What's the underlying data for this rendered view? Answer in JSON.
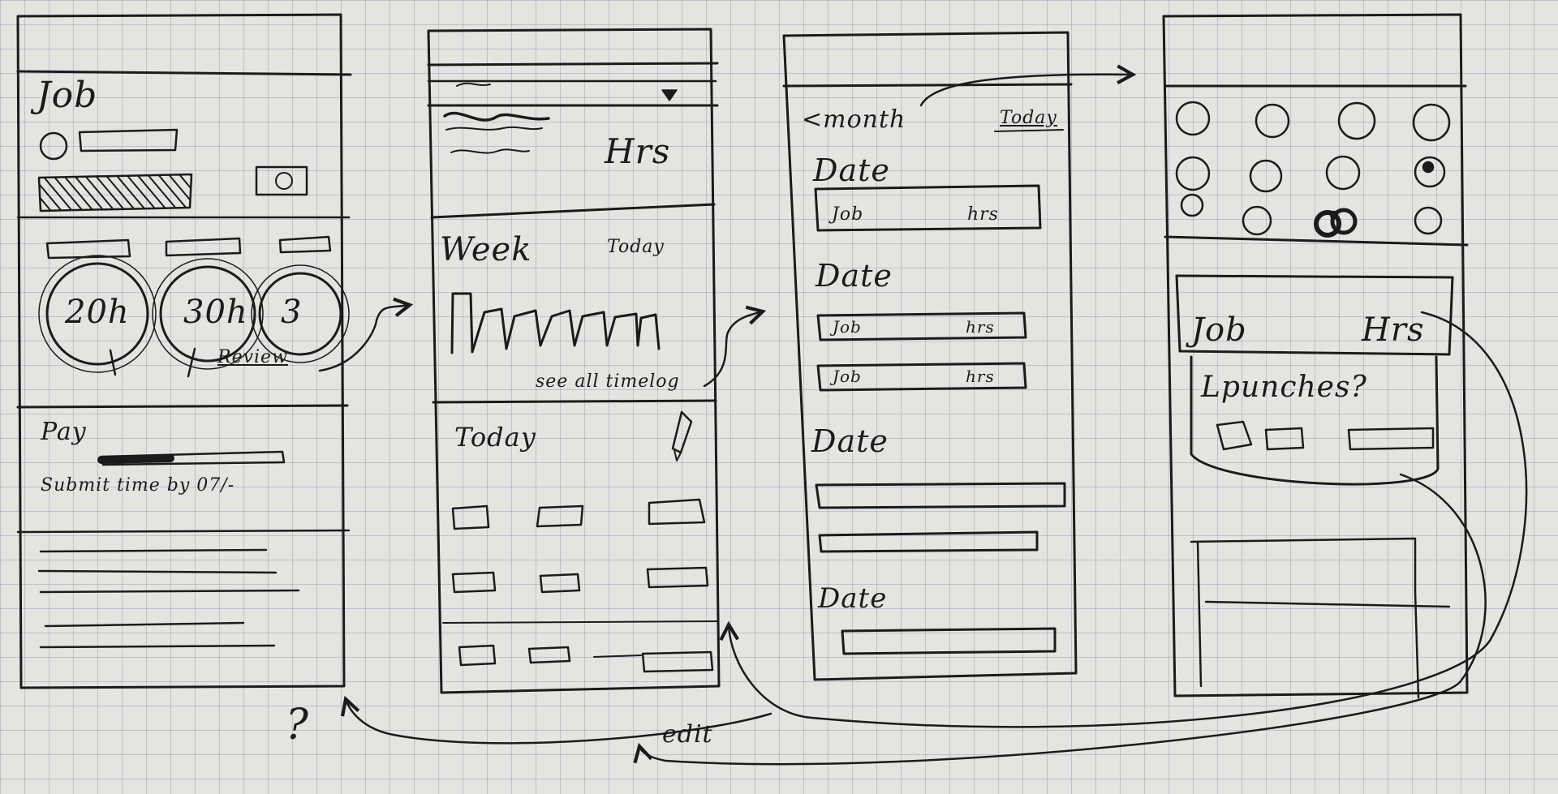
{
  "frame1": {
    "title": "Job",
    "hours": [
      "20h",
      "30h",
      "3"
    ],
    "review_link": "Review",
    "pay_label": "Pay",
    "submit_note": "Submit time by 07/-"
  },
  "frame2": {
    "hours_label": "Hrs",
    "week_label": "Week",
    "today_link": "Today",
    "see_all_link": "see all timelog",
    "today_heading": "Today"
  },
  "frame3": {
    "month_nav": "<month",
    "today_link": "Today",
    "dates": [
      "Date",
      "Date",
      "Date",
      "Date"
    ],
    "entries": [
      {
        "job": "Job",
        "hrs": "hrs"
      },
      {
        "job": "Job",
        "hrs": "hrs"
      },
      {
        "job": "Job",
        "hrs": "hrs"
      }
    ]
  },
  "frame4": {
    "job_label": "Job",
    "hrs_label": "Hrs",
    "punches_label": "Lpunches?"
  },
  "annotations": {
    "edit": "edit",
    "question": "?"
  }
}
